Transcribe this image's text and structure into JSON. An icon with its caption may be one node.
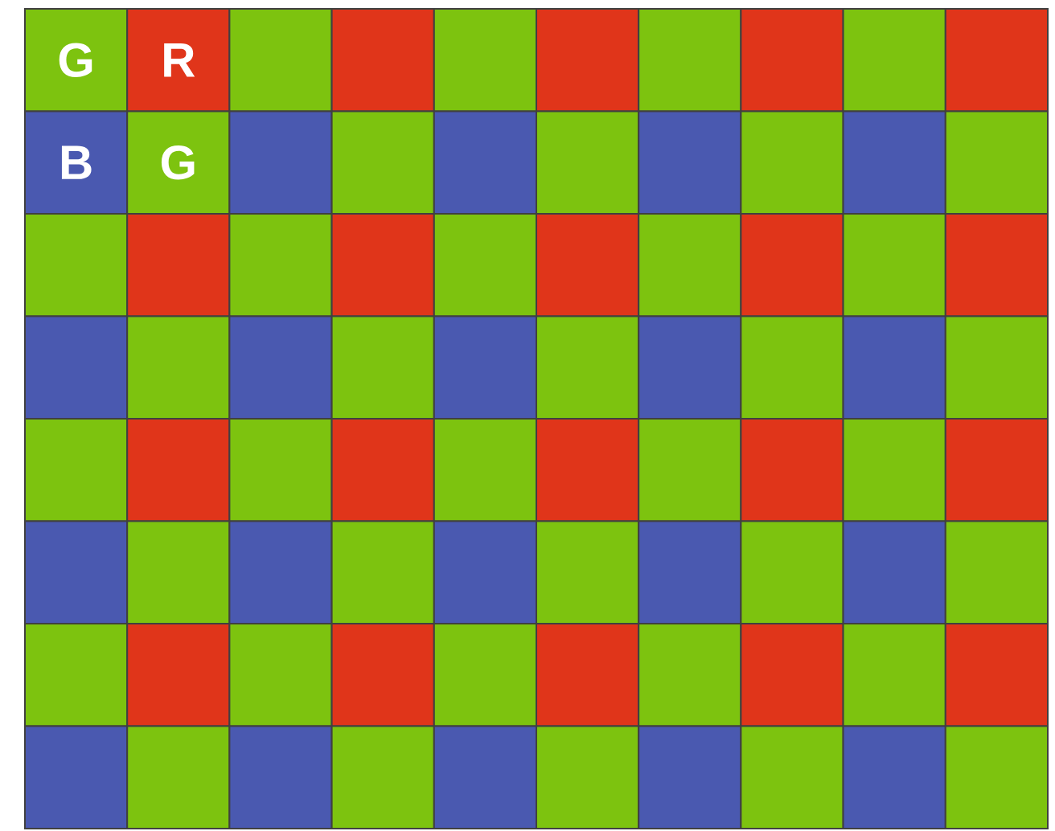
{
  "diagram": {
    "nodes": [
      {
        "text": [
          "G"
        ]
      },
      {
        "text": [
          "R"
        ]
      },
      {
        "text": [],
        "shape": "box"
      },
      {
        "text": [],
        "shape": "box"
      },
      {
        "text": [],
        "shape": "box"
      },
      {
        "text": [],
        "shape": "box"
      },
      {
        "text": [],
        "shape": "box"
      },
      {
        "text": [],
        "shape": "box"
      },
      {
        "text": [],
        "shape": "box"
      },
      {
        "text": [],
        "shape": "box"
      },
      {
        "text": [
          "B"
        ]
      },
      {
        "text": [
          "G"
        ]
      },
      {
        "text": [],
        "shape": "box"
      },
      {
        "text": [],
        "shape": "box"
      },
      {
        "text": [],
        "shape": "box"
      },
      {
        "text": [],
        "shape": "box"
      },
      {
        "text": [],
        "shape": "box"
      },
      {
        "text": [],
        "shape": "box"
      },
      {
        "text": [],
        "shape": "box"
      },
      {
        "text": [],
        "shape": "box"
      },
      {
        "text": [],
        "shape": "box"
      },
      {
        "text": [],
        "shape": "box"
      },
      {
        "text": [],
        "shape": "box"
      },
      {
        "text": [],
        "shape": "box"
      },
      {
        "text": [],
        "shape": "box"
      },
      {
        "text": [],
        "shape": "box"
      },
      {
        "text": [],
        "shape": "box"
      },
      {
        "text": [],
        "shape": "box"
      },
      {
        "text": [],
        "shape": "box"
      },
      {
        "text": [],
        "shape": "box"
      },
      {
        "text": [],
        "shape": "box"
      },
      {
        "text": [],
        "shape": "box"
      },
      {
        "text": [],
        "shape": "box"
      },
      {
        "text": [],
        "shape": "box"
      },
      {
        "text": [],
        "shape": "box"
      },
      {
        "text": [],
        "shape": "box"
      },
      {
        "text": [],
        "shape": "box"
      },
      {
        "text": [],
        "shape": "box"
      },
      {
        "text": [],
        "shape": "box"
      },
      {
        "text": [],
        "shape": "box"
      },
      {
        "text": [],
        "shape": "box"
      },
      {
        "text": [],
        "shape": "box"
      },
      {
        "text": [],
        "shape": "box"
      },
      {
        "text": [],
        "shape": "box"
      },
      {
        "text": [],
        "shape": "box"
      },
      {
        "text": [],
        "shape": "box"
      },
      {
        "text": [],
        "shape": "box"
      },
      {
        "text": [],
        "shape": "box"
      },
      {
        "text": [],
        "shape": "box"
      },
      {
        "text": [],
        "shape": "box"
      },
      {
        "text": [],
        "shape": "box"
      },
      {
        "text": [],
        "shape": "box"
      },
      {
        "text": [],
        "shape": "box"
      },
      {
        "text": [],
        "shape": "box"
      },
      {
        "text": [],
        "shape": "box"
      },
      {
        "text": [],
        "shape": "box"
      },
      {
        "text": [],
        "shape": "box"
      },
      {
        "text": [],
        "shape": "box"
      },
      {
        "text": [],
        "shape": "box"
      },
      {
        "text": [],
        "shape": "box"
      },
      {
        "text": [],
        "shape": "box"
      },
      {
        "text": [],
        "shape": "box"
      },
      {
        "text": [],
        "shape": "box"
      },
      {
        "text": [],
        "shape": "box"
      },
      {
        "text": [],
        "shape": "box"
      },
      {
        "text": [],
        "shape": "box"
      },
      {
        "text": [],
        "shape": "box"
      },
      {
        "text": [],
        "shape": "box"
      },
      {
        "text": [],
        "shape": "box"
      },
      {
        "text": [],
        "shape": "box"
      },
      {
        "text": [],
        "shape": "box"
      },
      {
        "text": [],
        "shape": "box"
      },
      {
        "text": [],
        "shape": "box"
      },
      {
        "text": [],
        "shape": "box"
      },
      {
        "text": [],
        "shape": "box"
      },
      {
        "text": [],
        "shape": "box"
      },
      {
        "text": [],
        "shape": "box"
      },
      {
        "text": [],
        "shape": "box"
      },
      {
        "text": [],
        "shape": "box"
      },
      {
        "text": [],
        "shape": "box"
      }
    ]
  }
}
